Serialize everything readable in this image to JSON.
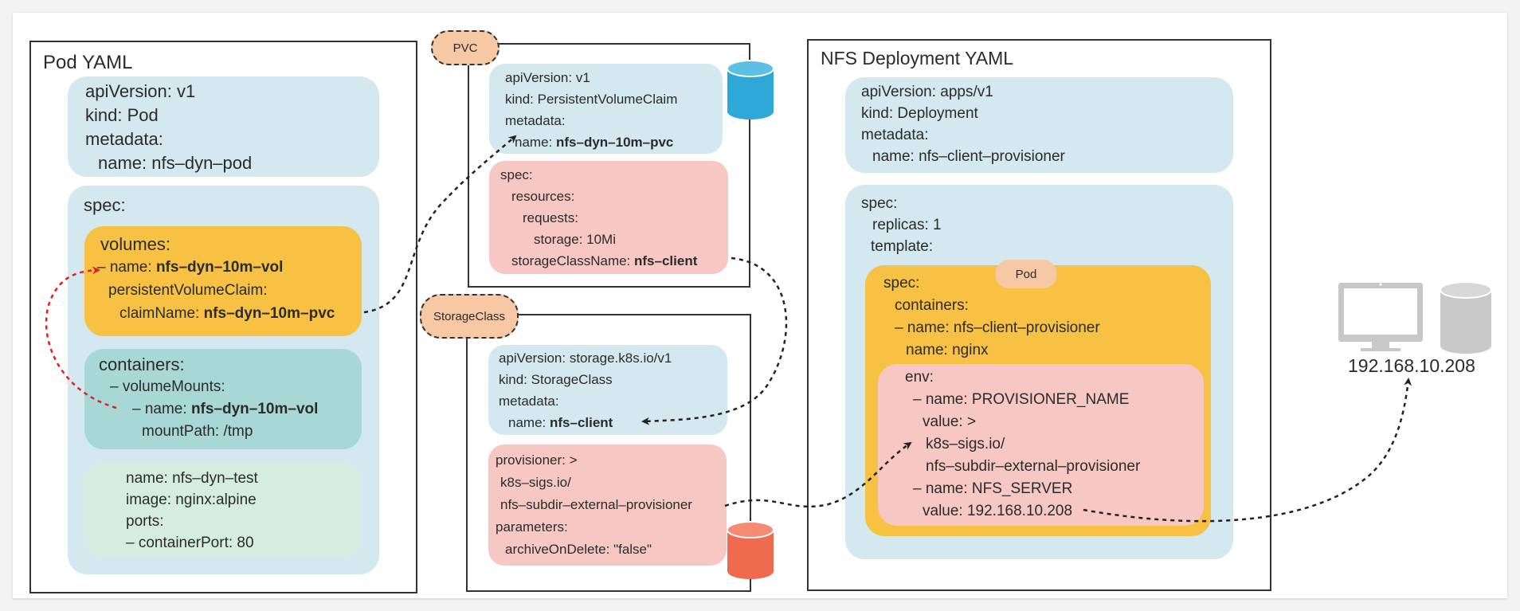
{
  "pod": {
    "title": "Pod YAML",
    "meta": [
      "apiVersion: v1",
      "kind: Pod",
      "metadata:",
      "  name: nfs–dyn–pod"
    ],
    "spec_label": "spec:",
    "volumes": {
      "label": "volumes:",
      "line1_prefix": "– name: ",
      "line1_bold": "nfs–dyn–10m–vol",
      "line2": "persistentVolumeClaim:",
      "line3_prefix": "claimName: ",
      "line3_bold": "nfs–dyn–10m–pvc"
    },
    "containers": {
      "label": "containers:",
      "line1": "– volumeMounts:",
      "line2_prefix": "– name: ",
      "line2_bold": "nfs–dyn–10m–vol",
      "line3": "mountPath: /tmp"
    },
    "container_detail": [
      "name: nfs–dyn–test",
      "image: nginx:alpine",
      "ports:",
      "– containerPort: 80"
    ]
  },
  "pvc": {
    "tag": "PVC",
    "meta": [
      "apiVersion: v1",
      "kind: PersistentVolumeClaim",
      "metadata:"
    ],
    "name_prefix": "name: ",
    "name_bold": "nfs–dyn–10m–pvc",
    "spec": [
      "spec:",
      "resources:",
      "requests:",
      "storage: 10Mi"
    ],
    "sc_prefix": "storageClassName: ",
    "sc_bold": "nfs–client"
  },
  "storageclass": {
    "tag": "StorageClass",
    "meta": [
      "apiVersion: storage.k8s.io/v1",
      "kind: StorageClass",
      "metadata:"
    ],
    "name_prefix": "name: ",
    "name_bold": "nfs–client",
    "spec": [
      "provisioner: >",
      "k8s–sigs.io/",
      "nfs–subdir–external–provisioner",
      "parameters:",
      "archiveOnDelete: \"false\""
    ]
  },
  "deploy": {
    "title": "NFS Deployment YAML",
    "meta": [
      "apiVersion: apps/v1",
      "kind: Deployment",
      "metadata:",
      "name: nfs–client–provisioner"
    ],
    "spec": [
      "spec:",
      "replicas: 1",
      "template:"
    ],
    "pod_tag": "Pod",
    "pod_spec": [
      "spec:",
      "containers:",
      "– name: nfs–client–provisioner",
      "name: nginx"
    ],
    "env": [
      "env:",
      "– name: PROVISIONER_NAME",
      "value: >",
      "k8s–sigs.io/",
      "nfs–subdir–external–provisioner",
      "– name: NFS_SERVER",
      "value: 192.168.10.208"
    ]
  },
  "server": {
    "ip": "192.168.10.208"
  },
  "colors": {
    "blue": "#d3e8ef",
    "teal": "#a7d8d6",
    "green": "#d5ede0",
    "pink": "#f6c7c3",
    "yellow": "#f7c244",
    "orange_tag": "#f6c8a3",
    "cylinder_blue": "#2ea8d8",
    "cylinder_red": "#ef6a4f",
    "server_gray": "#c8c8c8",
    "red_arrow": "#e02020"
  }
}
